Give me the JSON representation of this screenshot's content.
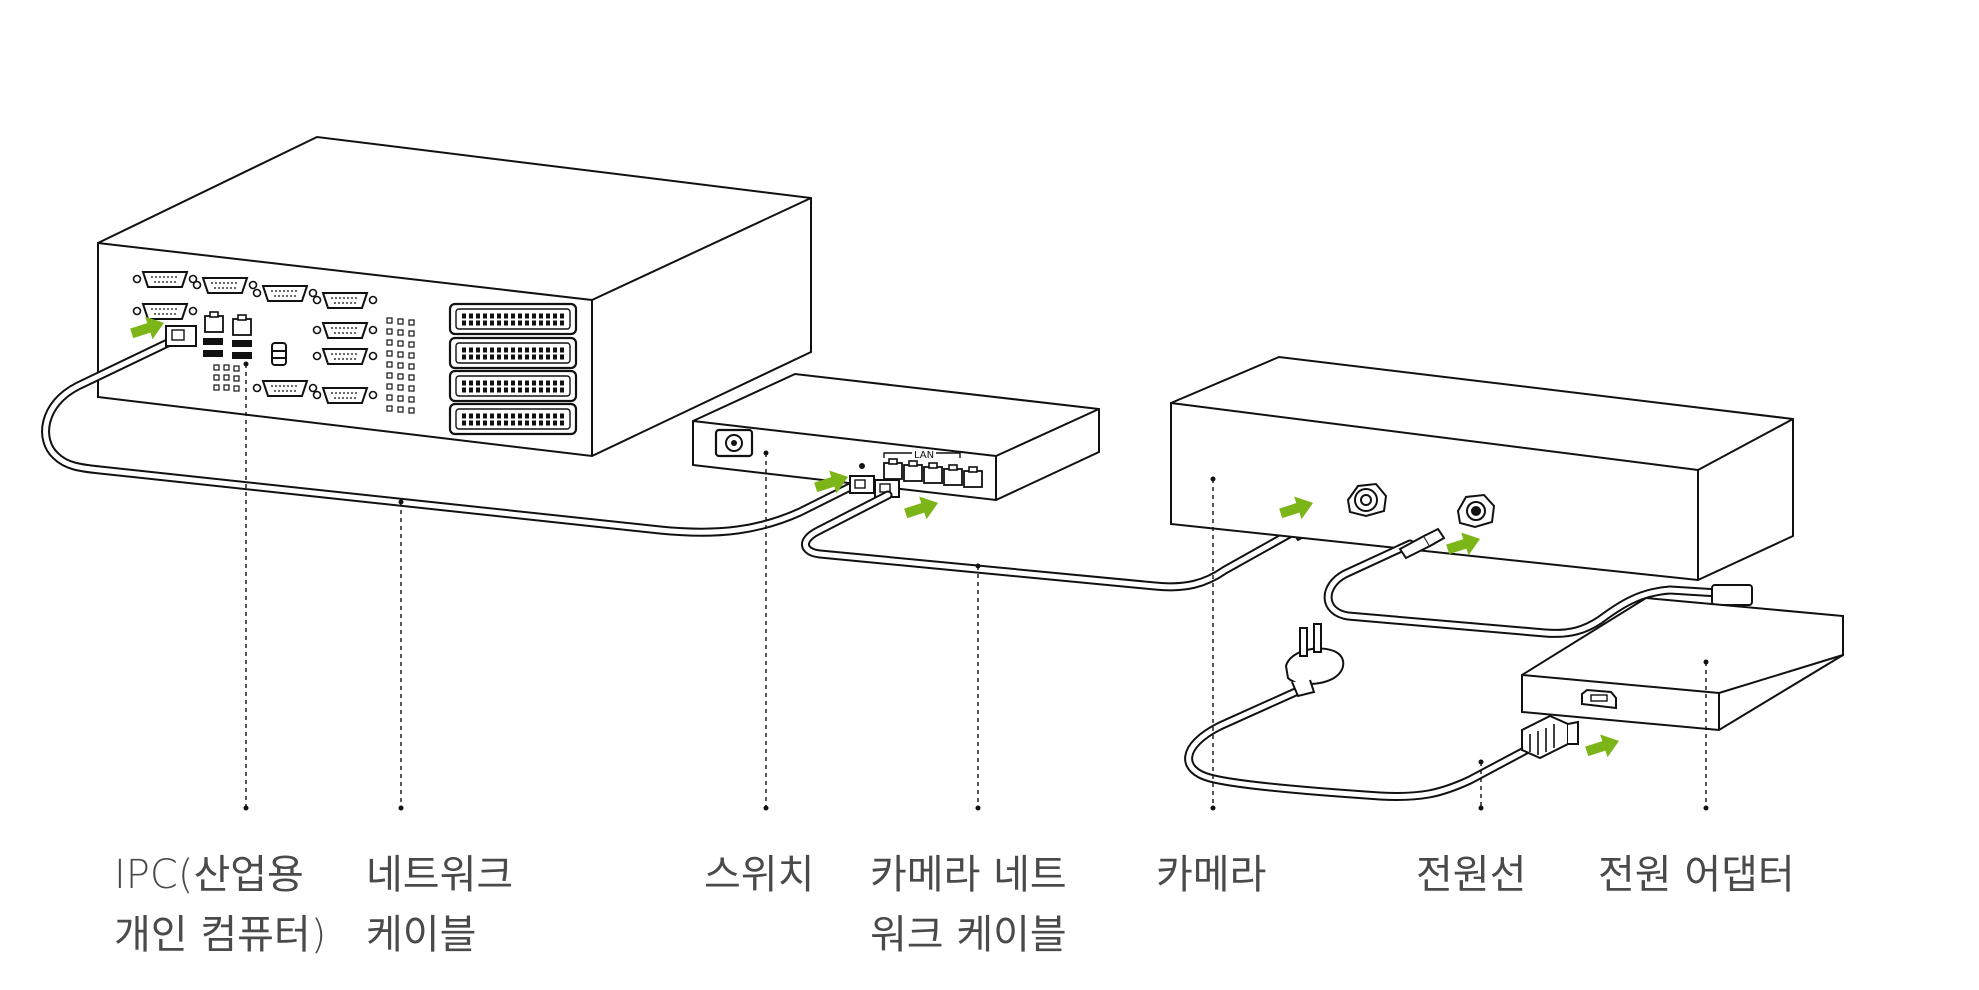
{
  "labels": {
    "ipc": {
      "line1": "IPC(산업용",
      "line2": "개인 컴퓨터)"
    },
    "network_cable": {
      "line1": "네트워크",
      "line2": "케이블"
    },
    "switch": {
      "line1": "스위치"
    },
    "camera_network_cable": {
      "line1": "카메라 네트",
      "line2": "워크 케이블"
    },
    "camera": {
      "line1": "카메라"
    },
    "power_cord": {
      "line1": "전원선"
    },
    "power_adapter": {
      "line1": "전원 어댑터"
    }
  },
  "switch_port_label": "LAN",
  "colors": {
    "line": "#111111",
    "arrow": "#7cb518",
    "label": "#4a4a4a",
    "background": "#ffffff"
  },
  "icons": [
    "connection-arrow-icon",
    "vga-port-icon",
    "ethernet-port-icon",
    "usb-port-icon",
    "power-port-icon",
    "power-plug-icon"
  ]
}
